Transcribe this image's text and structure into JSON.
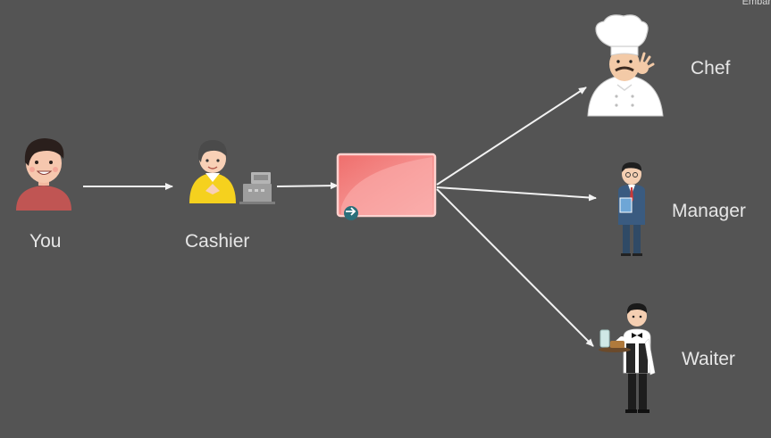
{
  "corner_text": "Embar",
  "nodes": {
    "you": "You",
    "cashier": "Cashier",
    "chef": "Chef",
    "manager": "Manager",
    "waiter": "Waiter"
  },
  "colors": {
    "background": "#545454",
    "arrow": "#f2f2f2",
    "router_fill": "#f58e8c",
    "router_border": "#ffd2cf"
  },
  "icons": [
    "person-icon",
    "cashier-icon",
    "cash-register-icon",
    "router-box-icon",
    "chef-icon",
    "manager-icon",
    "waiter-icon"
  ]
}
